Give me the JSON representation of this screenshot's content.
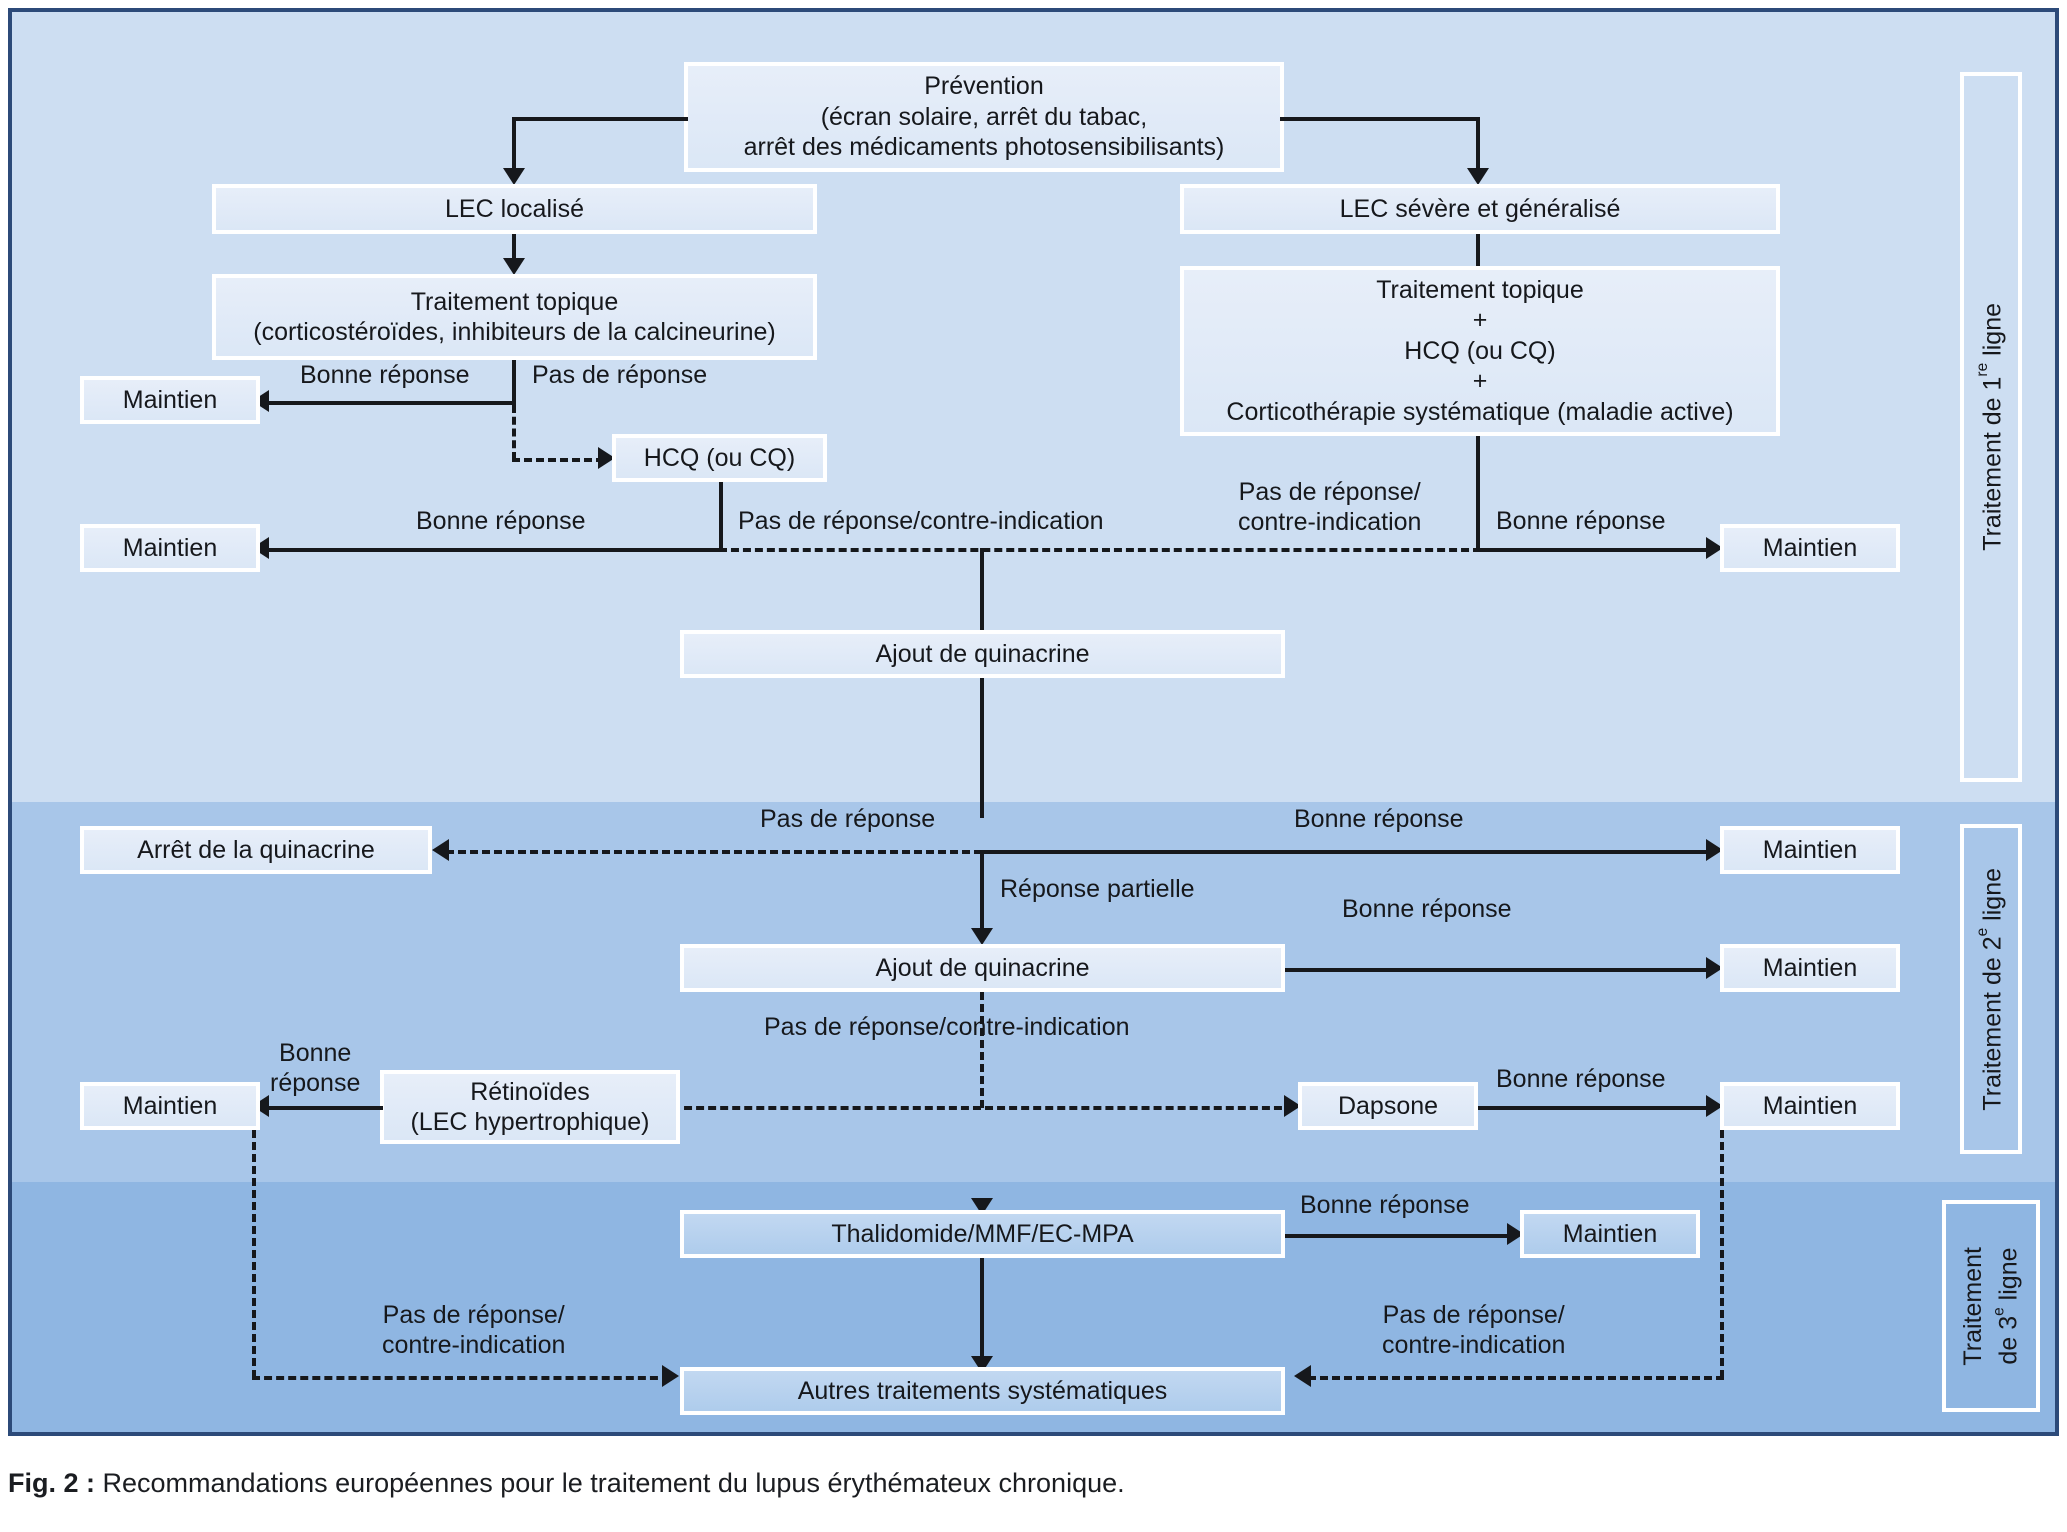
{
  "figure": {
    "caption_label": "Fig. 2 :",
    "caption_text": " Recommandations européennes pour le traitement du lupus érythémateux chronique."
  },
  "colors": {
    "frame_border": "#2c4a79",
    "band_first_line": "#cddef2",
    "band_second_line": "#a8c6e9",
    "band_third_line": "#8fb6e2",
    "node_fill": "#e7eef9",
    "node_border": "#ffffff",
    "connector": "#16181c"
  },
  "rails": [
    {
      "id": "rail-first-line",
      "prefix": "Traitement de 1",
      "sup": "re",
      "suffix": " ligne"
    },
    {
      "id": "rail-second-line",
      "prefix": "Traitement de 2",
      "sup": "e",
      "suffix": " ligne"
    },
    {
      "id": "rail-third-line",
      "prefix": "Traitement\nde 3",
      "sup": "e",
      "suffix": " ligne"
    }
  ],
  "nodes": {
    "prevention": "Prévention\n(écran solaire, arrêt du tabac,\narrêt des médicaments photosensibilisants)",
    "lec_localise": "LEC localisé",
    "lec_severe": "LEC sévère et généralisé",
    "topique_local": "Traitement topique\n(corticostéroïdes, inhibiteurs de la calcineurine)",
    "topique_severe": "Traitement topique\n+\nHCQ (ou CQ)\n+\nCorticothérapie systématique (maladie active)",
    "maintien_1": "Maintien",
    "hcq": "HCQ (ou CQ)",
    "maintien_2": "Maintien",
    "maintien_3": "Maintien",
    "quinacrine_1": "Ajout de quinacrine",
    "arret_quinacrine": "Arrêt de la quinacrine",
    "maintien_4": "Maintien",
    "quinacrine_2": "Ajout de quinacrine",
    "maintien_5": "Maintien",
    "maintien_6": "Maintien",
    "retinoides": "Rétinoïdes\n(LEC hypertrophique)",
    "dapsone": "Dapsone",
    "maintien_7": "Maintien",
    "thalidomide": "Thalidomide/MMF/EC-MPA",
    "maintien_8": "Maintien",
    "autres": "Autres traitements systématiques"
  },
  "edge_labels": {
    "bonne_reponse_topique": "Bonne réponse",
    "pas_de_reponse_topique": "Pas de réponse",
    "bonne_reponse_hcq": "Bonne réponse",
    "pas_reponse_ci_hcq": "Pas de réponse/contre-indication",
    "pas_reponse_ci_severe": "Pas de réponse/\ncontre-indication",
    "bonne_reponse_severe": "Bonne réponse",
    "pas_de_reponse_quina1": "Pas de réponse",
    "bonne_reponse_quina1": "Bonne réponse",
    "reponse_partielle": "Réponse partielle",
    "bonne_reponse_quina2": "Bonne réponse",
    "pas_reponse_ci_quina2": "Pas de réponse/contre-indication",
    "bonne_reponse_retinoides": "Bonne\nréponse",
    "bonne_reponse_dapsone": "Bonne réponse",
    "bonne_reponse_thalidomide": "Bonne réponse",
    "pas_reponse_ci_left": "Pas de réponse/\ncontre-indication",
    "pas_reponse_ci_right": "Pas de réponse/\ncontre-indication"
  }
}
